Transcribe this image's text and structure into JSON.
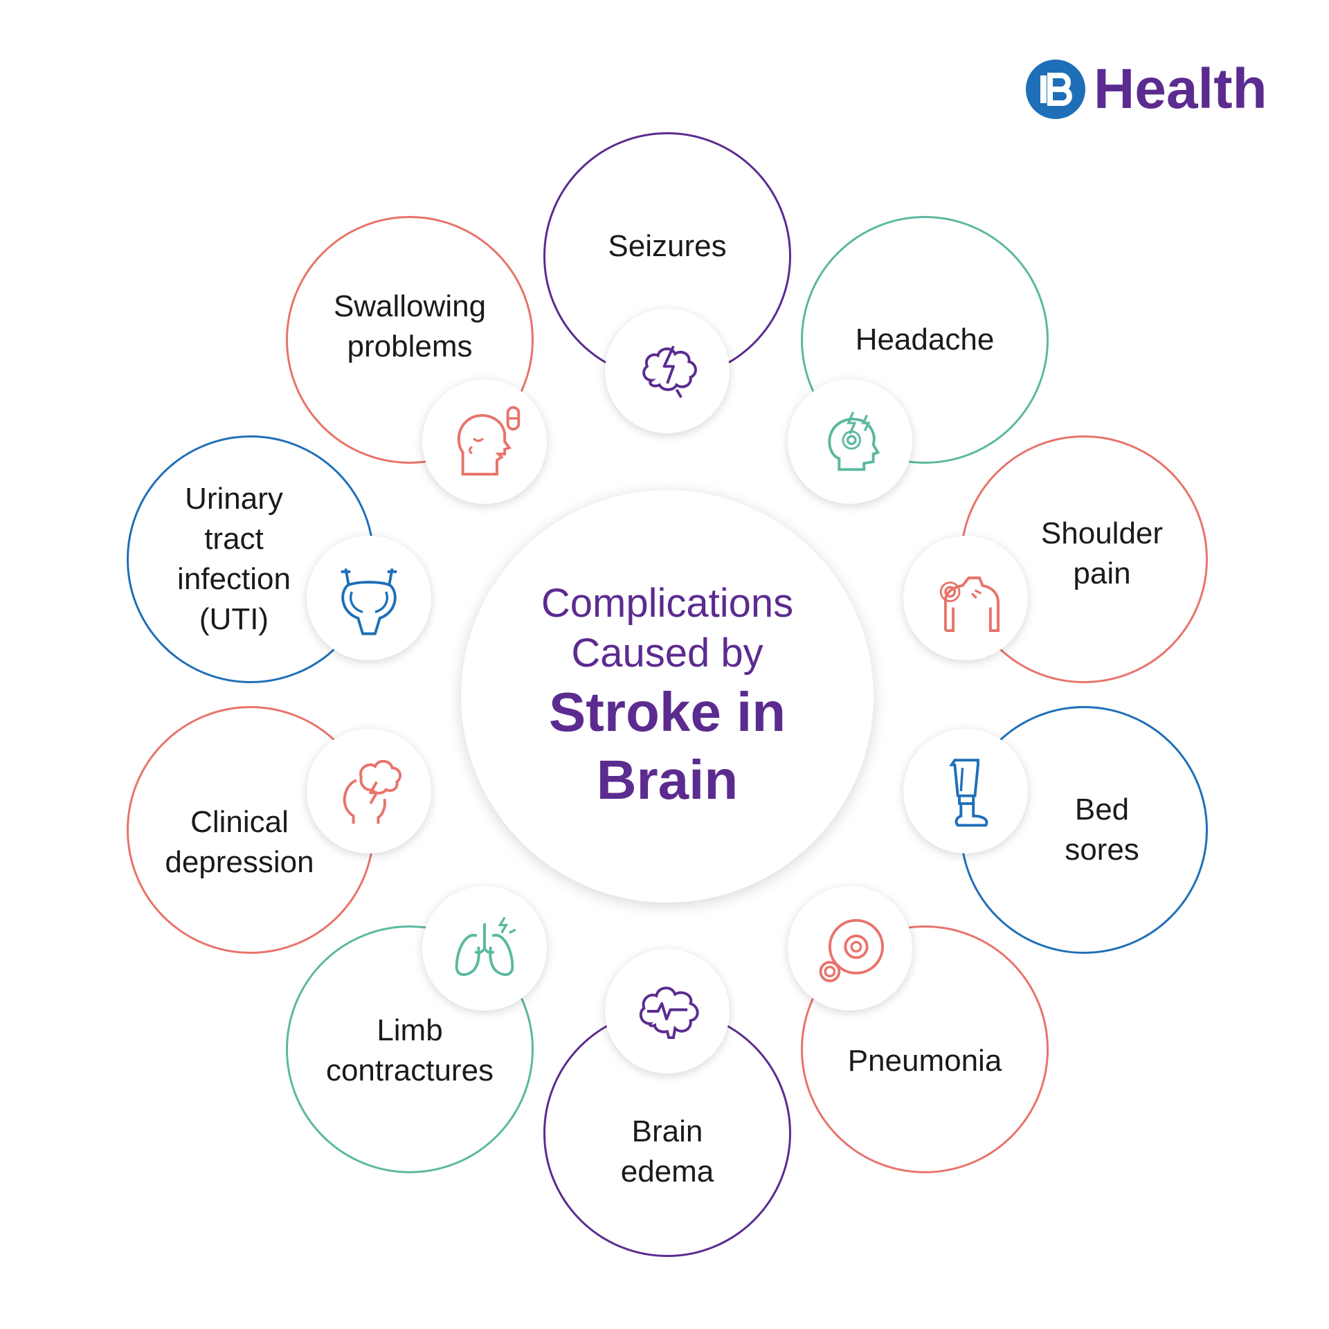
{
  "brand": {
    "name": "Health",
    "mark_color": "#1e6fb8",
    "text_color": "#5b2b8f"
  },
  "center": {
    "line1": "Complications",
    "line2": "Caused by",
    "line3": "Stroke in",
    "line4": "Brain"
  },
  "complications": [
    {
      "lines": [
        "Seizures"
      ],
      "color": "#5b2b8f",
      "icon": "brain-lightning-icon"
    },
    {
      "lines": [
        "Headache"
      ],
      "color": "#5bb8a0",
      "icon": "head-pain-icon"
    },
    {
      "lines": [
        "Shoulder",
        "pain"
      ],
      "color": "#e8736a",
      "icon": "shoulder-pain-icon"
    },
    {
      "lines": [
        "Bed",
        "sores"
      ],
      "color": "#1e6fb8",
      "icon": "prosthetic-leg-icon"
    },
    {
      "lines": [
        "Pneumonia"
      ],
      "color": "#e8736a",
      "icon": "target-rings-icon"
    },
    {
      "lines": [
        "Brain",
        "edema"
      ],
      "color": "#5b2b8f",
      "icon": "brain-pulse-icon"
    },
    {
      "lines": [
        "Limb",
        "contractures"
      ],
      "color": "#5bb8a0",
      "icon": "lungs-icon"
    },
    {
      "lines": [
        "Clinical",
        "depression"
      ],
      "color": "#e8736a",
      "icon": "head-storm-icon"
    },
    {
      "lines": [
        "Urinary",
        "tract",
        "infection",
        "(UTI)"
      ],
      "color": "#1e6fb8",
      "icon": "bladder-icon"
    },
    {
      "lines": [
        "Swallowing",
        "problems"
      ],
      "color": "#e8736a",
      "icon": "head-pill-icon"
    }
  ]
}
